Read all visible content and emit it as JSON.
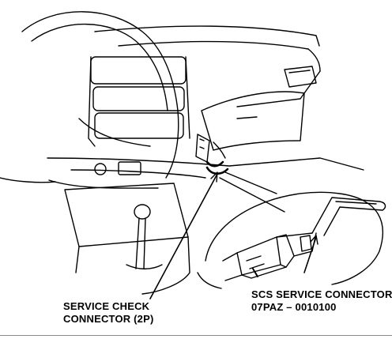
{
  "labels": {
    "scs_connector": {
      "line1": "SCS SERVICE CONNECTOR",
      "line2": "07PAZ – 0010100"
    },
    "service_check_connector": {
      "line1": "SERVICE CHECK",
      "line2": "CONNECTOR (2P)"
    }
  },
  "colors": {
    "ink": "#000000",
    "background": "#ffffff",
    "rule": "#8a8a8a"
  }
}
